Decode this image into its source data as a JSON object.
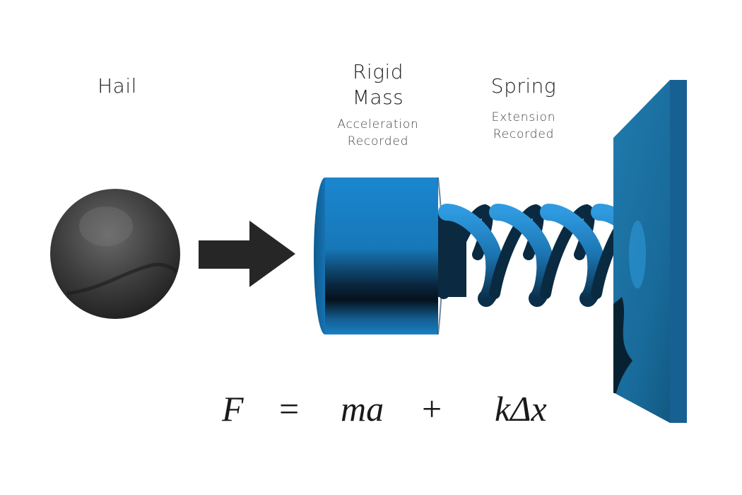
{
  "labels": {
    "hail": "Hail",
    "rigid_mass_line1": "Rigid",
    "rigid_mass_line2": "Mass",
    "rigid_mass_sub1": "Acceleration",
    "rigid_mass_sub2": "Recorded",
    "spring": "Spring",
    "spring_sub1": "Extension",
    "spring_sub2": "Recorded"
  },
  "equation": {
    "F": "F",
    "equals": "=",
    "ma": "ma",
    "plus": "+",
    "kdx": "kΔx"
  },
  "colors": {
    "hail": "#3a3a3a",
    "arrow": "#262626",
    "mass_blue": "#1a7fc4",
    "spring_blue": "#1d6fa8",
    "wall_blue": "#1a6791"
  }
}
